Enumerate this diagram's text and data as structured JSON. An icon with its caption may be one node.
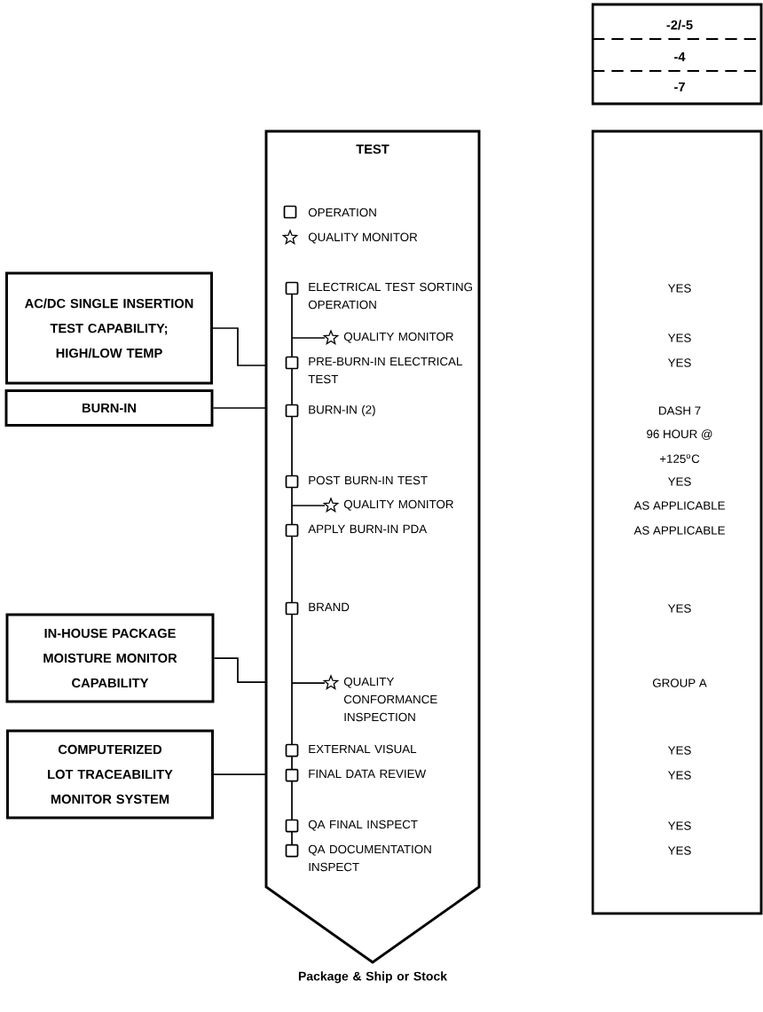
{
  "diagram": {
    "nodes": [
      {
        "text": [
          "-2/-5",
          "-4",
          "-7"
        ]
      },
      {
        "text": [
          "TEST"
        ],
        "beside": [
          "Package & Ship or Stock"
        ]
      },
      {
        "text": [
          "YES",
          "YES",
          "YES",
          "DASH 7",
          "96 HOUR @",
          "+125$^{o}$C",
          "YES",
          "AS APPLICABLE",
          "AS APPLICABLE",
          "YES",
          "GROUP A",
          "YES",
          "YES",
          "YES",
          "YES"
        ]
      },
      {
        "text": [
          "AC/DC SINGLE INSERTION TEST CAPABILITY; HIGH/LOW TEMP"
        ]
      },
      {
        "text": [
          "BURN-IN"
        ]
      },
      {
        "text": [
          "IN-HOUSE PACKAGE MOISTURE MONITOR CAPABILITY"
        ]
      },
      {
        "text": [
          "COMPUTERIZED LOT TRACEABILITY MONITOR SYSTEM"
        ]
      }
    ],
    "edges": [
      {
        "from": 3,
        "to": 1,
        "arrow": "none"
      },
      {
        "from": 4,
        "to": 1,
        "arrow": "none"
      },
      {
        "from": 5,
        "to": 1,
        "arrow": "none"
      },
      {
        "from": 6,
        "to": 1,
        "arrow": "none"
      }
    ],
    "labels": [
      "ELECTRICAL TEST SORTING OPERATION",
      "QUALITY MONITOR",
      "PRE-BURN-IN ELECTRICAL TEST",
      "BURN-IN (2)",
      "POST BURN-IN TEST",
      "QUALITY MONITOR",
      "APPLY BURN-IN PDA",
      "BRAND",
      "QUALITY CONFORMANCE INSPECTION",
      "EXTERNAL VISUAL",
      "FINAL DATA REVIEW",
      "QA FINAL INSPECT",
      "QA DOCUMENTATION INSPECT"
    ],
    "legend": [
      {
        "text": "OPERATION"
      },
      {
        "text": "QUALITY MONITOR"
      }
    ]
  }
}
